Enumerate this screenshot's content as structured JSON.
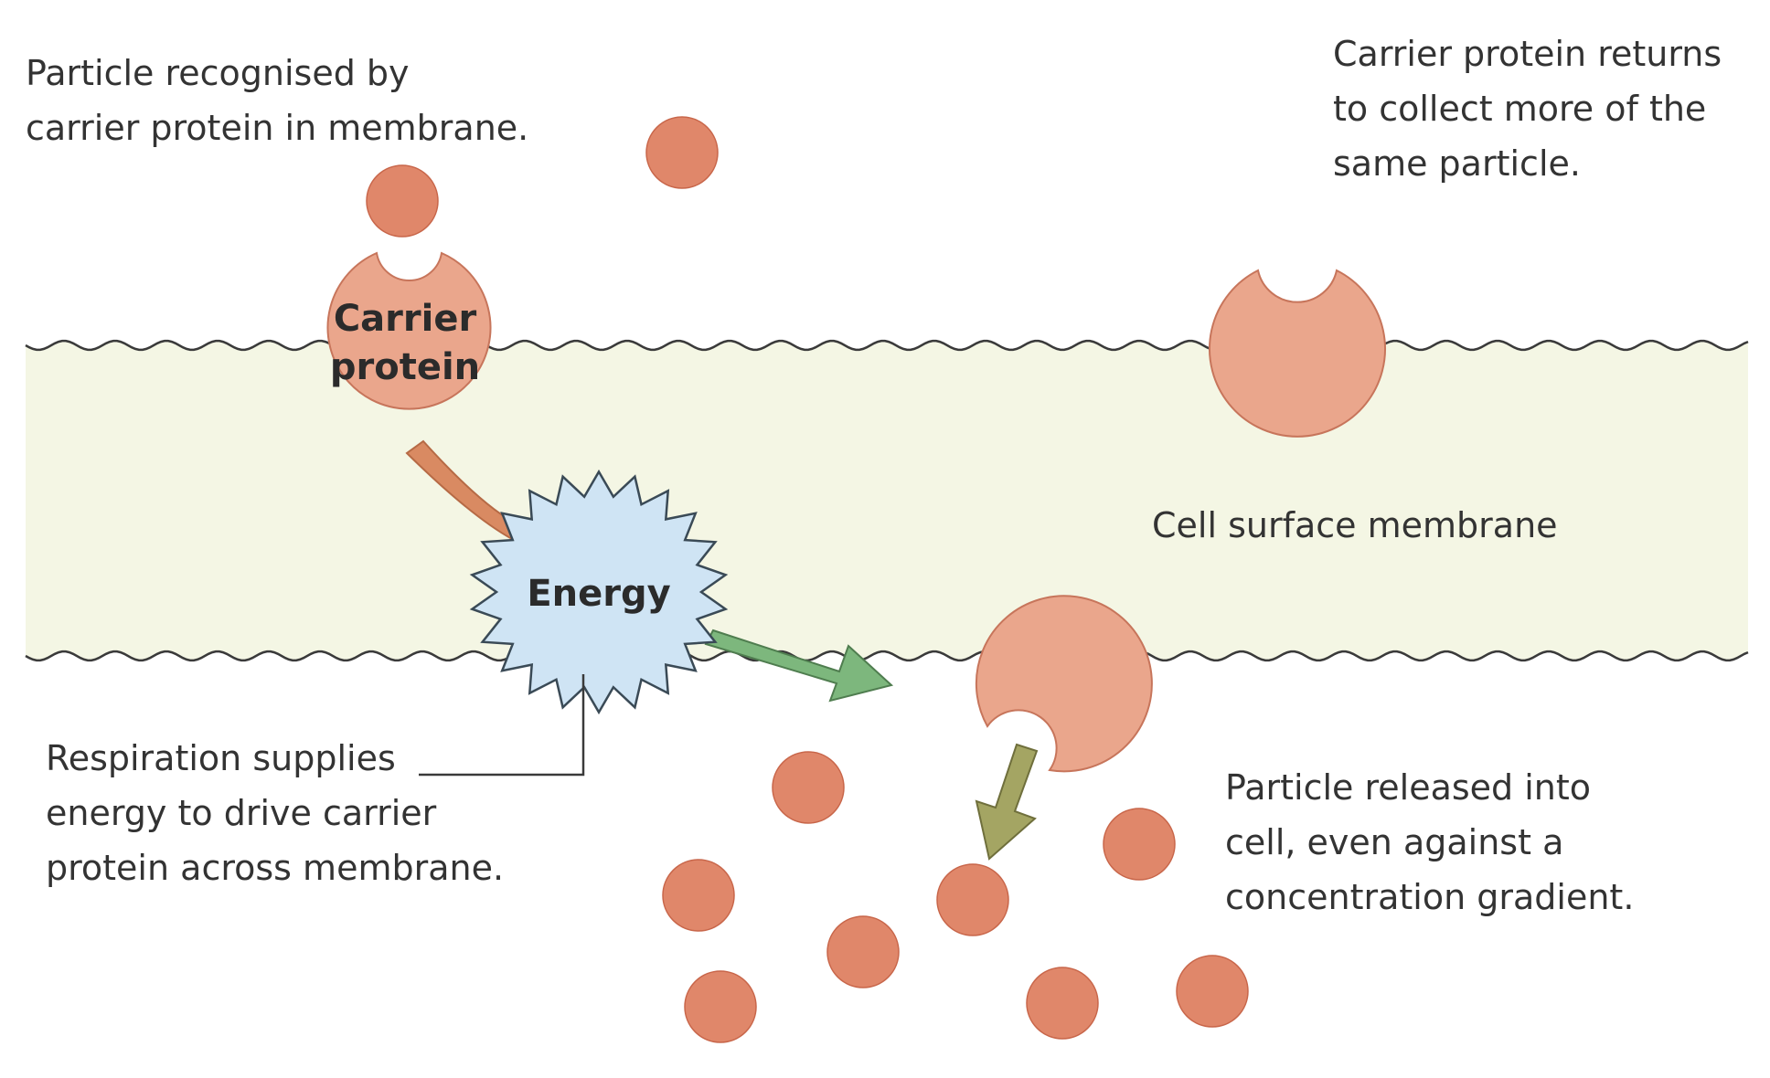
{
  "diagram": {
    "labels": {
      "recognised": [
        "Particle recognised by",
        "carrier protein in membrane."
      ],
      "returns": [
        "Carrier protein returns",
        "to collect more of the",
        "same particle."
      ],
      "membrane": "Cell surface membrane",
      "respiration": [
        "Respiration supplies",
        "energy to drive carrier",
        "protein across membrane."
      ],
      "released": [
        "Particle released into",
        "cell, even against a",
        "concentration gradient."
      ],
      "carrier_protein": [
        "Carrier",
        "protein"
      ],
      "energy": "Energy"
    },
    "colors": {
      "particle": "#e0876a",
      "particle_stroke": "#c8664a",
      "carrier": "#eaa68c",
      "carrier_stroke": "#c7755b",
      "membrane_fill": "#f4f6e4",
      "energy_fill": "#cfe4f4",
      "energy_stroke": "#3a4a56",
      "arrow_orange": "#d98a62",
      "arrow_green": "#7db77d",
      "arrow_brown_green": "#a4a563"
    }
  }
}
